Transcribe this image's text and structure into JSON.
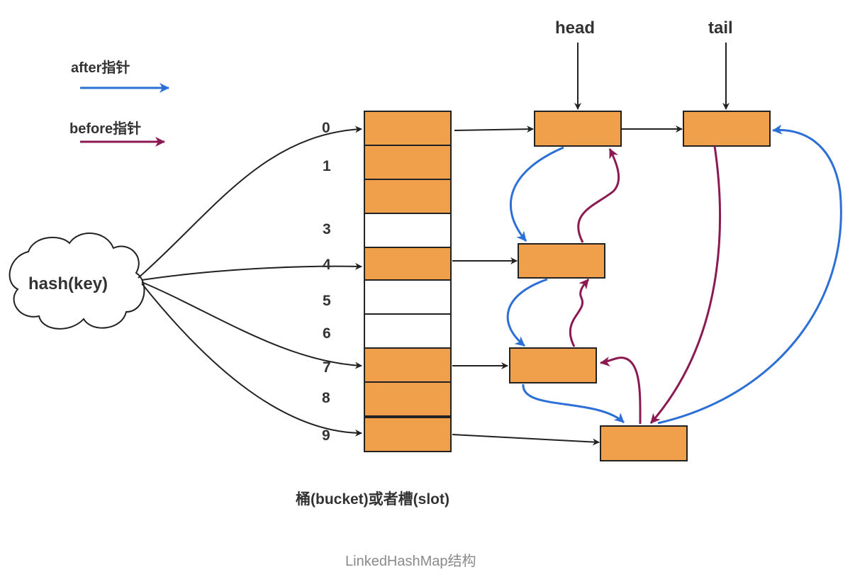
{
  "legend": {
    "after_label": "after指针",
    "before_label": "before指针"
  },
  "labels": {
    "head": "head",
    "tail": "tail",
    "hash": "hash(key)"
  },
  "bucket_indices": [
    "0",
    "1",
    "3",
    "4",
    "5",
    "6",
    "7",
    "8",
    "9"
  ],
  "bucket_caption": "桶(bucket)或者槽(slot)",
  "figure_caption": "LinkedHashMap结构",
  "colors": {
    "node_fill": "#f0a04b",
    "stroke": "#222222",
    "after_arrow": "#2c6fd6",
    "before_arrow": "#8b1a52",
    "text": "#333333",
    "caption": "#8a8a8a"
  }
}
